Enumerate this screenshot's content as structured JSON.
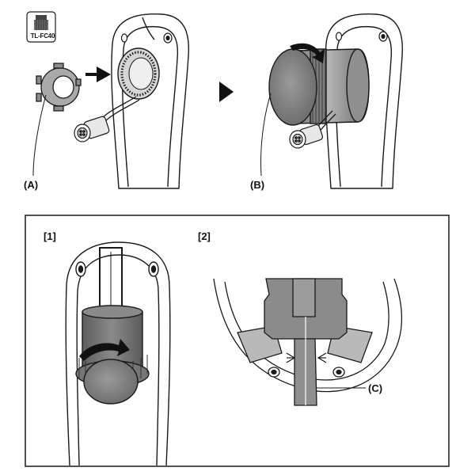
{
  "tool": {
    "name": "TL-FC40",
    "icon": "crank-tool-icon"
  },
  "labels": {
    "a": "(A)",
    "b": "(B)",
    "c": "(C)",
    "step1": "[1]",
    "step2": "[2]"
  },
  "colors": {
    "line": "#1a1a1a",
    "tool_dark": "#6f6f6f",
    "tool_mid": "#9a9a9a",
    "tool_light": "#c9c9c9",
    "background": "#ffffff"
  }
}
